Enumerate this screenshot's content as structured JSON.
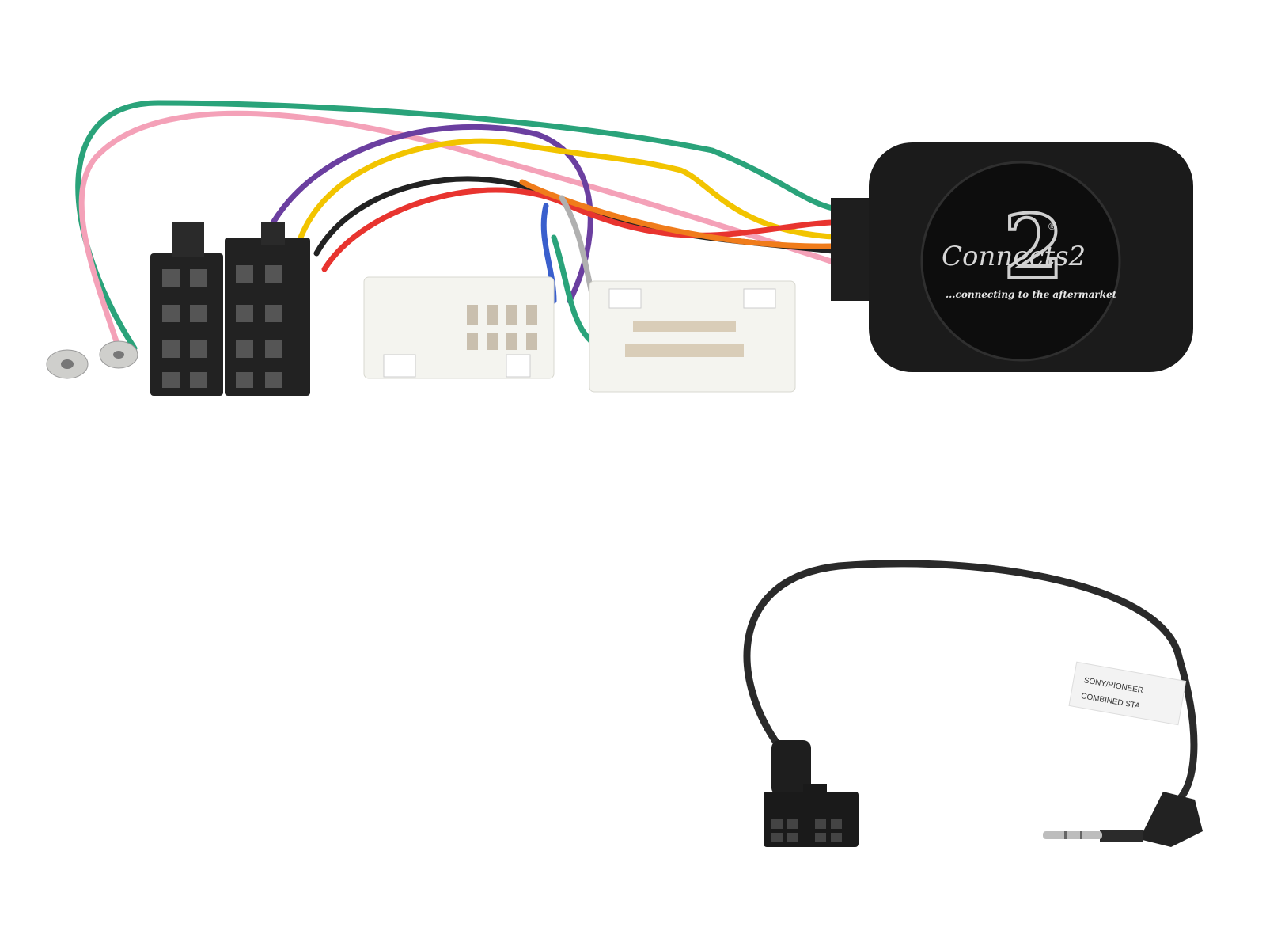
{
  "product": {
    "logo": {
      "brand_text": "Connects2",
      "registered_mark": "®",
      "tagline": "...connecting to the aftermarket"
    },
    "lead_label": {
      "line1": "SONY/PIONEER",
      "line2": "COMBINED STA"
    },
    "wire_colors": [
      "#2aa37a",
      "#f4a1b8",
      "#6b3fa0",
      "#f2c400",
      "#222222",
      "#e8342f",
      "#f07c1b",
      "#3a5fcd",
      "#9e9e9e"
    ],
    "colors": {
      "module": "#1b1b1b",
      "iso_connector": "#222222",
      "oem_connector": "#f4f4ef",
      "cable": "#2a2a2a",
      "background": "#ffffff"
    }
  }
}
